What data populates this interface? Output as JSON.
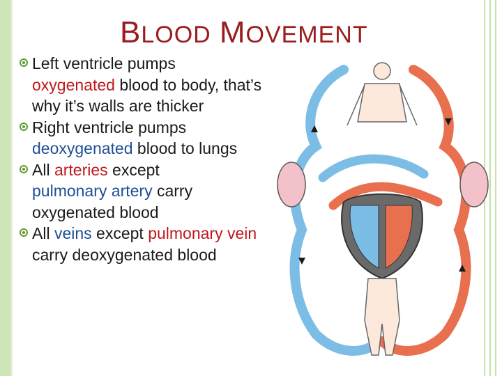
{
  "slide": {
    "title_first_cap": "B",
    "title_first_rest": "LOOD",
    "title_second_cap": "M",
    "title_second_rest": "OVEMENT"
  },
  "bullets": [
    {
      "pre": "Left ventricle pumps",
      "highlight": "oxygenated",
      "post": " blood to body, that’s why it’s walls are thicker"
    },
    {
      "pre": "Right ventricle pumps",
      "highlight": "deoxygenated",
      "post": " blood to lungs"
    },
    {
      "b3_pre": "All ",
      "b3_arteries": "arteries",
      "b3_mid": " except ",
      "b3_pulm": "pulmonary artery",
      "b3_post": " carry oxygenated blood"
    },
    {
      "b4_pre": "All ",
      "b4_veins": "veins",
      "b4_mid": " except ",
      "b4_pulm": "pulmonary vein",
      "b4_post": " carry deoxygenated blood"
    }
  ],
  "colors": {
    "oxygenated": "#e8704e",
    "deoxygenated": "#7cbde6",
    "red_text": "#c0181d",
    "blue_text": "#1f4f96",
    "title": "#9a1c1c",
    "accent_green": "#5e9c2e"
  },
  "diagram": {
    "type": "circulatory-system-illustration"
  }
}
